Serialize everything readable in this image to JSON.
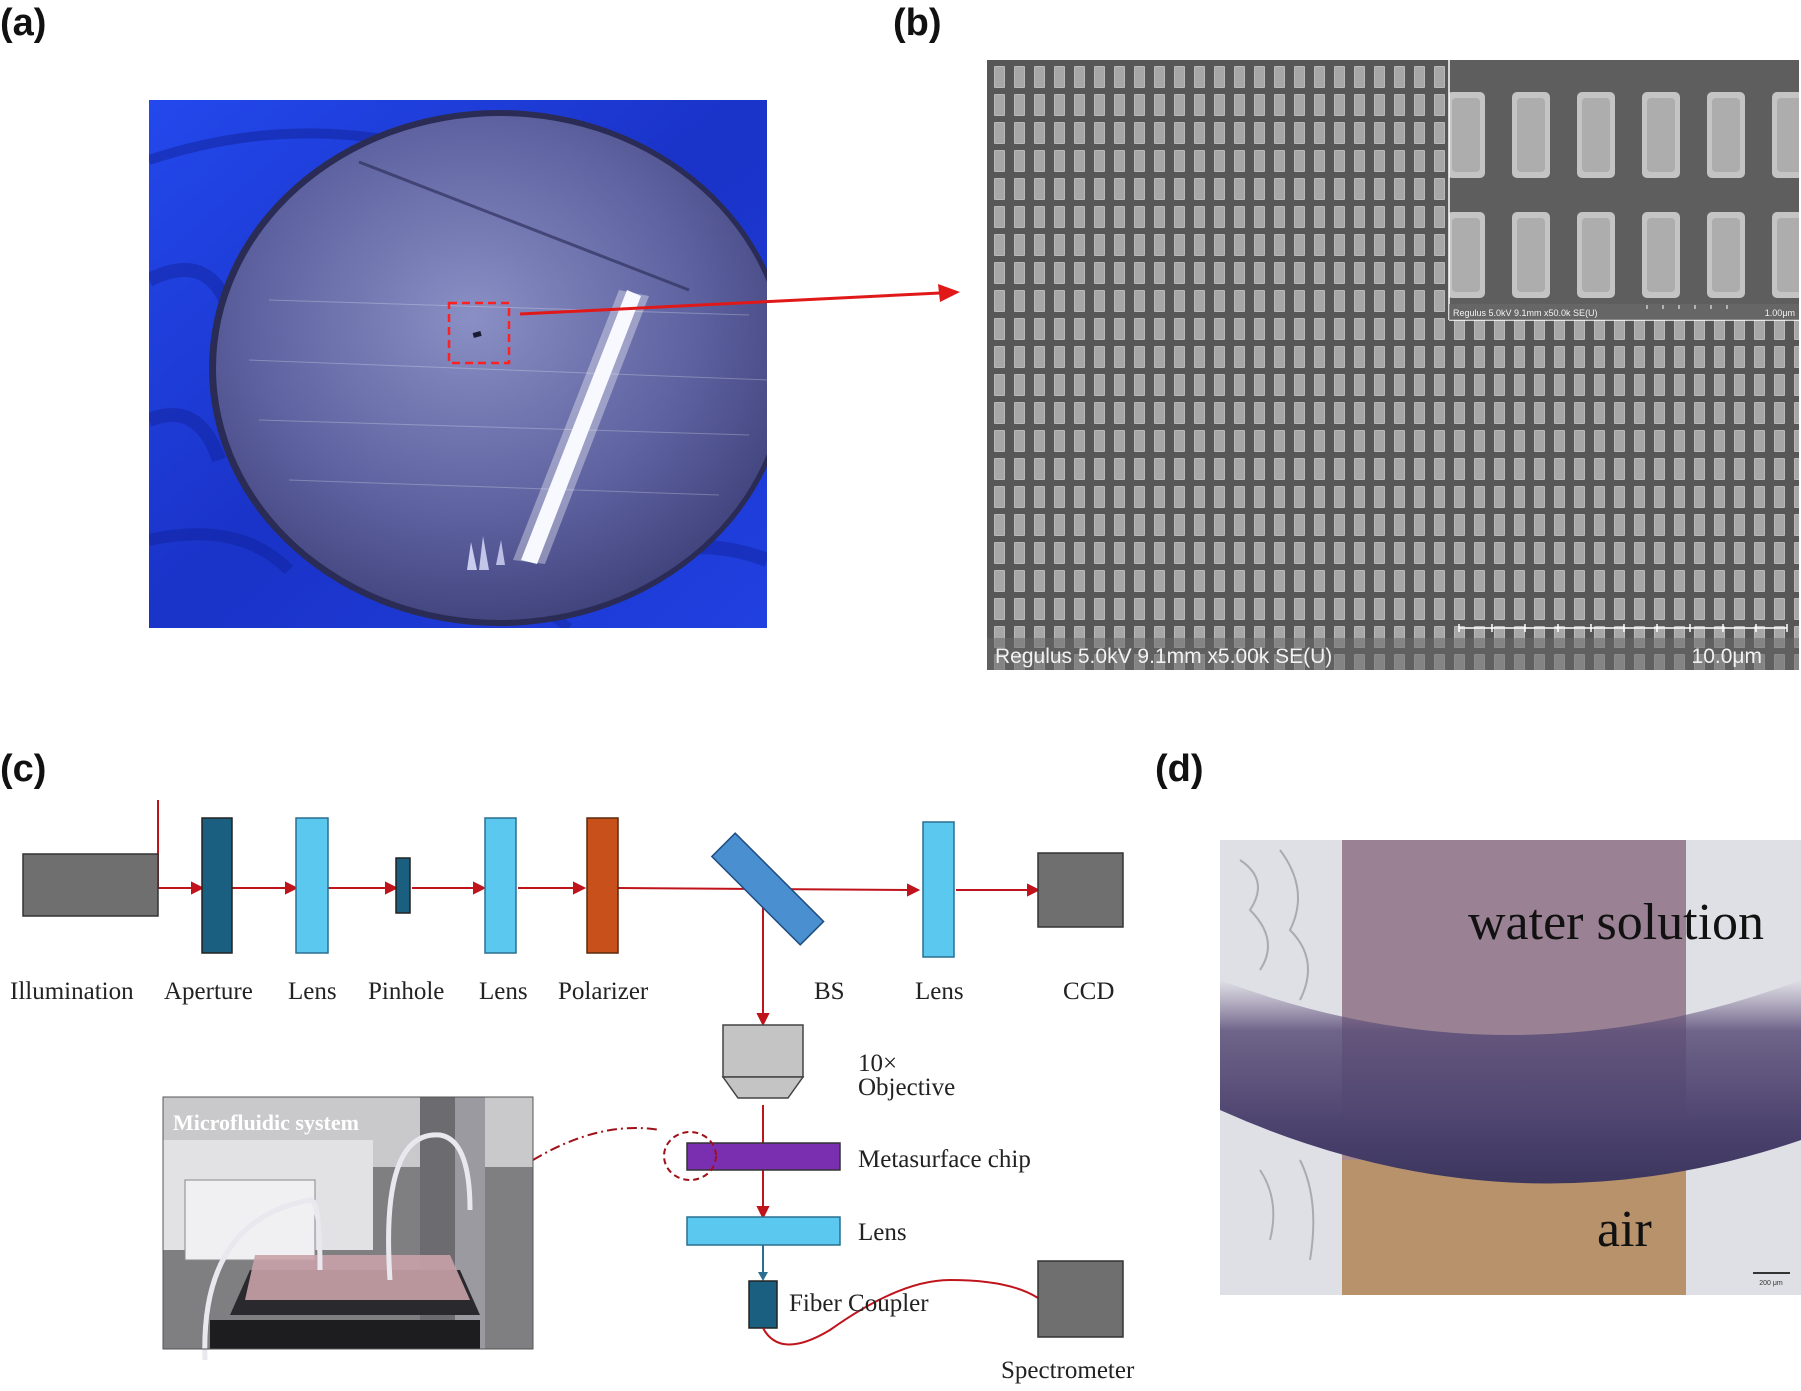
{
  "panels": {
    "a": "(a)",
    "b": "(b)",
    "c": "(c)",
    "d": "(d)"
  },
  "sem": {
    "main_info": "Regulus 5.0kV 9.1mm x5.00k SE(U)",
    "main_scale": "10.0μm",
    "inset_info": "Regulus 5.0kV 9.1mm x50.0k SE(U)",
    "inset_scale": "1.00μm"
  },
  "setup": {
    "illumination": "Illumination",
    "aperture": "Aperture",
    "lens1": "Lens",
    "pinhole": "Pinhole",
    "lens2": "Lens",
    "polarizer": "Polarizer",
    "bs": "BS",
    "lens3": "Lens",
    "ccd": "CCD",
    "objective_mag": "10×",
    "objective": "Objective",
    "metasurface": "Metasurface chip",
    "lens4": "Lens",
    "fiber_coupler": "Fiber Coupler",
    "spectrometer": "Spectrometer",
    "microfluidic": "Microfluidic system"
  },
  "micrograph": {
    "water": "water solution",
    "air": "air",
    "scale": "200 μm"
  },
  "colors": {
    "beam": "#c0141c",
    "aperture": "#1a5f7f",
    "lens": "#5bc8f0",
    "polarizer": "#c8501a",
    "bs": "#4a8fd0",
    "box": "#6f6f6f",
    "metasurface": "#7a2fb0",
    "glove": "#1c3fe0"
  }
}
